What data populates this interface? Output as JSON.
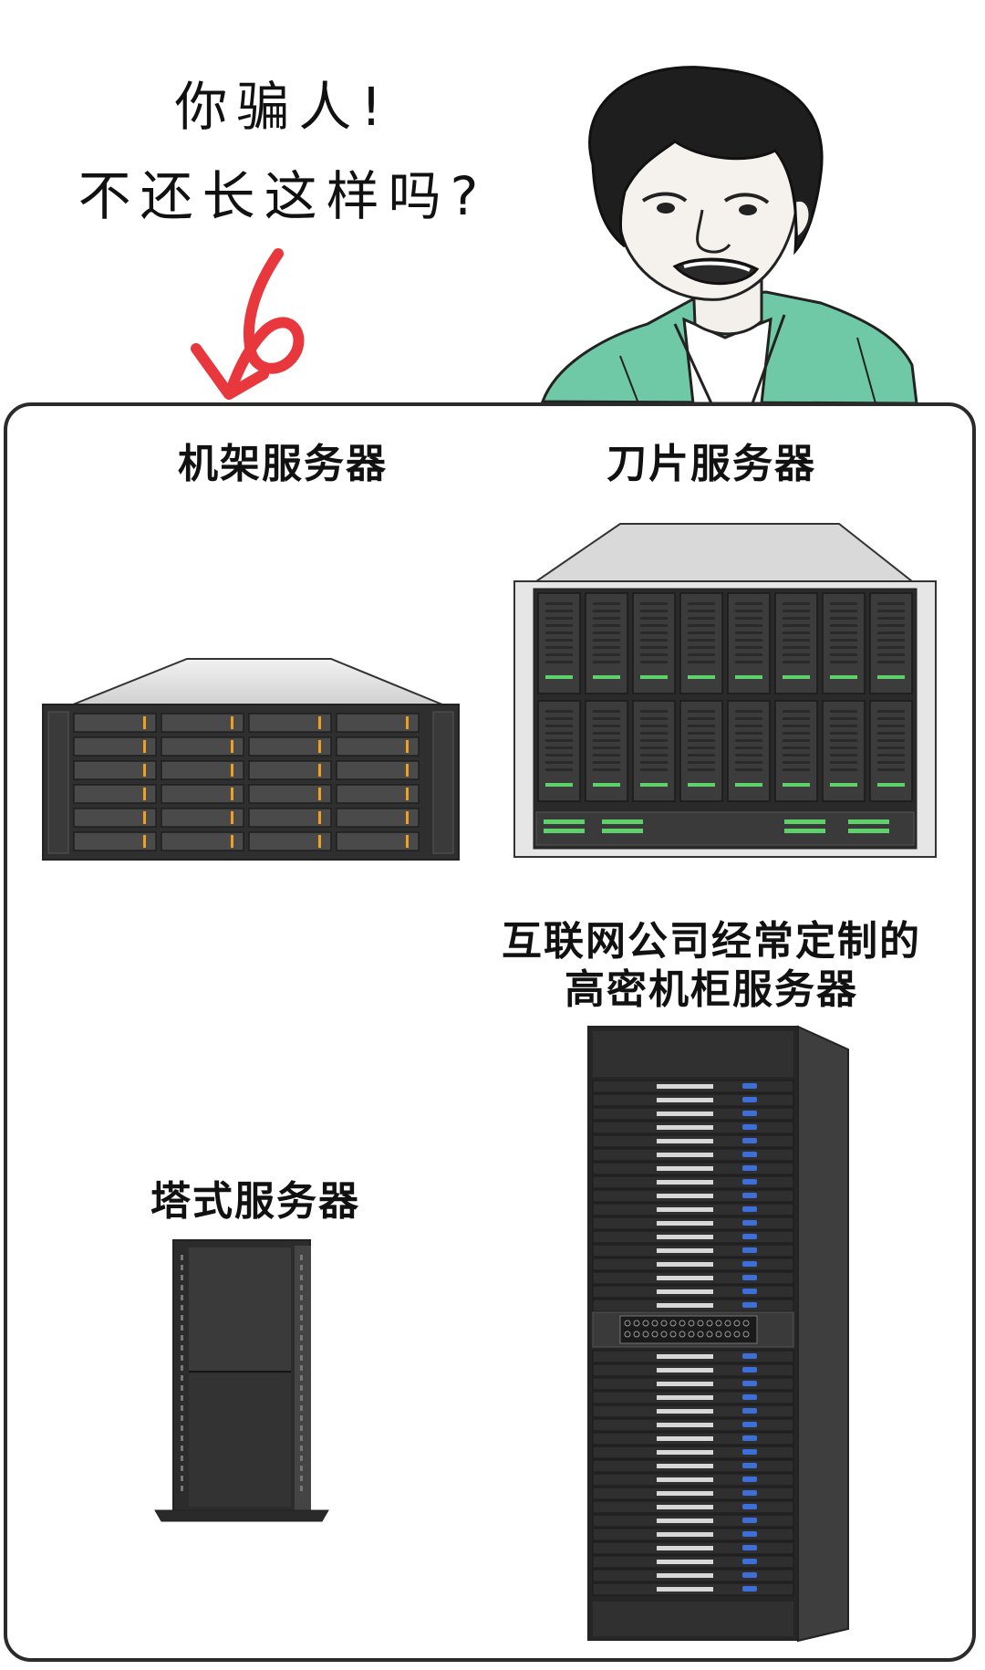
{
  "comic": {
    "speech_line1": "你骗人!",
    "speech_line2": "不还长这样吗?",
    "arrow_color": "#e8383d",
    "jacket_color": "#6fc9a6"
  },
  "servers": {
    "rack_label": "机架服务器",
    "blade_label": "刀片服务器",
    "hd_label_line1": "互联网公司经常定制的",
    "hd_label_line2": "高密机柜服务器",
    "tower_label": "塔式服务器"
  }
}
